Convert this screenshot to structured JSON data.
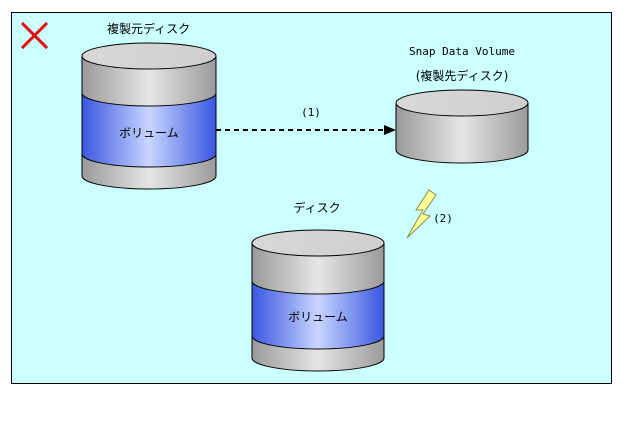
{
  "diagram": {
    "source_label": "複製元ディスク",
    "source_volume_label": "ボリューム",
    "snap_title": "Snap Data Volume",
    "snap_subtitle": "(複製先ディスク)",
    "step1_label": "(1)",
    "step2_label": "(2)",
    "disk_label": "ディスク",
    "disk_volume_label": "ボリューム"
  },
  "colors": {
    "panel": "#ccffff",
    "disk_gray": "#c0c0c0",
    "volume_blue": "#5577ee",
    "cross": "#e01010",
    "arrow2_fill": "#ffff99"
  },
  "icons": {
    "status": "cross-icon"
  }
}
